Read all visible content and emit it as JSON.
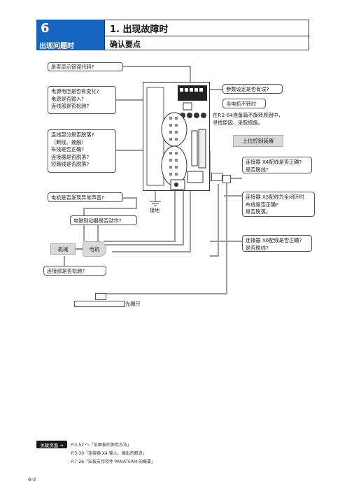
{
  "header": {
    "chapter_number": "6",
    "chapter_title": "出现问题时",
    "section_title": "1. 出现故障时",
    "section_subtitle": "确认要点"
  },
  "callouts": {
    "error_code": "是否显示错误代码?",
    "power_voltage": [
      "电源电压是否有变化?",
      "电源是否输入?",
      "连线部是否松驰?"
    ],
    "wiring": [
      "连线部分是否脱落?",
      "（断线、接触）",
      "布线是否正确?",
      "连接器是否脱落?",
      "短路线是否脱落?"
    ],
    "motor_noise": "电机是否发现异常声音?",
    "brake": "电磁制动器是否动作?",
    "coupling": "连接部是否松驰?",
    "params": "参数设定是否有误?",
    "motor_not_run": "当电机不转时",
    "see_page": [
      "在P.2-64准备篇不旋转原因中，",
      "寻找原因，采取措施。"
    ],
    "x4": [
      "连接器 X4配线是否正确?",
      "是否脱线?"
    ],
    "x5": [
      "连接器 X5配线为全闭环时",
      "布线是否正确?",
      "是否脱落。"
    ],
    "x6": [
      "连接器 X6配线是否正确?",
      "是否脱线?"
    ]
  },
  "labels": {
    "host_controller": "上位控制装置",
    "ground": "接地",
    "machine": "机械",
    "motor": "电机",
    "scale": "光栅尺"
  },
  "footer": {
    "badge": "关联页面 ⇒",
    "refs": [
      "· P.2-52 ～「前面板的使用方法」",
      "· P.3-30「连接器 X4 输入、输出的解说」",
      "· P.7-26「安装支持软件 PANATERM 的概要」"
    ],
    "page_number": "6-2"
  }
}
